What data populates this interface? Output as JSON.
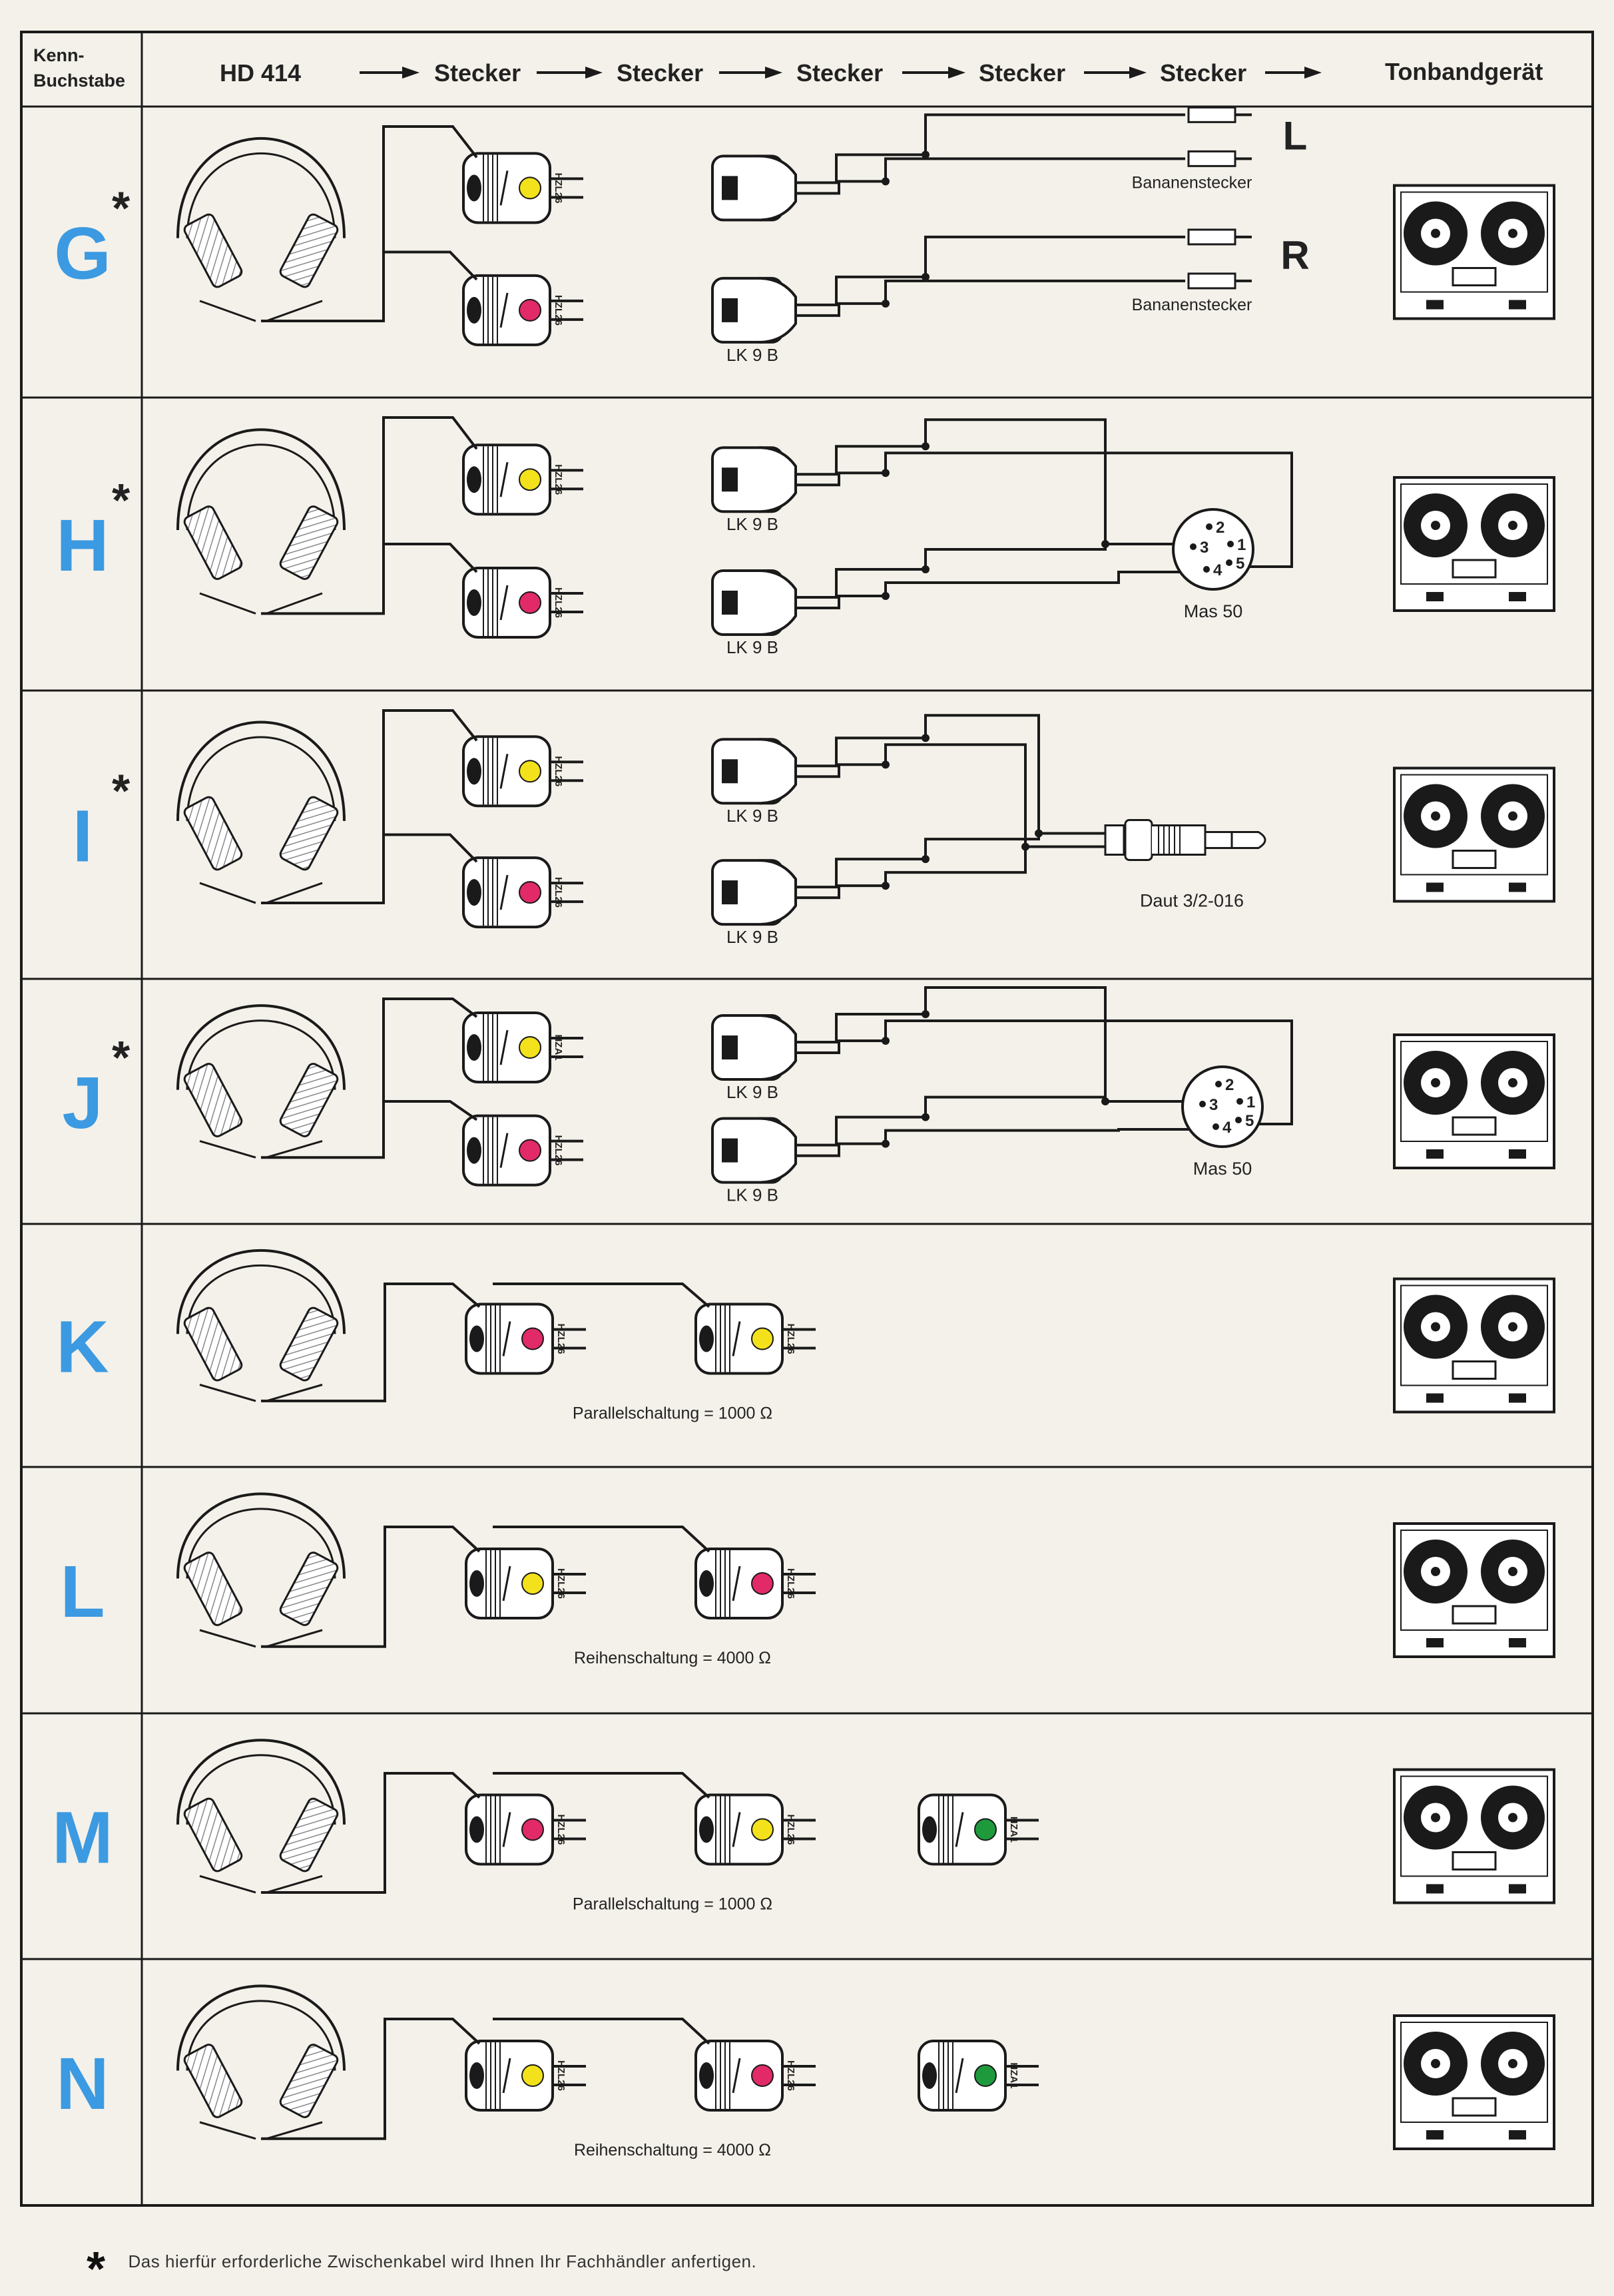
{
  "header": {
    "kenn_line1": "Kenn-",
    "kenn_line2": "Buchstabe",
    "hd414": "HD 414",
    "stecker": "Stecker",
    "tonband": "Tonbandgerät"
  },
  "plug_labels": {
    "hzl26": "HZL26",
    "hza1": "HZA1"
  },
  "rows": [
    {
      "letter": "G",
      "asterisk": true,
      "kind": "G",
      "plugs": [
        {
          "type": "hzl26",
          "dot": "yellow"
        },
        {
          "type": "hzl26",
          "dot": "red"
        }
      ],
      "labels": {
        "lk_top": "",
        "lk_bottom": "LK 9 B",
        "banana1": "Bananenstecker",
        "banana2": "Bananenstecker",
        "L": "L",
        "R": "R"
      }
    },
    {
      "letter": "H",
      "asterisk": true,
      "kind": "H",
      "plugs": [
        {
          "type": "hzl26",
          "dot": "yellow"
        },
        {
          "type": "hzl26",
          "dot": "red"
        }
      ],
      "labels": {
        "lk_top": "LK 9 B",
        "lk_bottom": "LK 9 B",
        "connector": "Mas 50"
      }
    },
    {
      "letter": "I",
      "asterisk": true,
      "kind": "I",
      "plugs": [
        {
          "type": "hzl26",
          "dot": "yellow"
        },
        {
          "type": "hzl26",
          "dot": "red"
        }
      ],
      "labels": {
        "lk_top": "LK 9 B",
        "lk_bottom": "LK 9 B",
        "connector": "Daut 3/2-016"
      }
    },
    {
      "letter": "J",
      "asterisk": true,
      "kind": "J",
      "plugs": [
        {
          "type": "hza1",
          "dot": "yellow"
        },
        {
          "type": "hzl26",
          "dot": "red"
        }
      ],
      "labels": {
        "lk_top": "LK 9 B",
        "lk_bottom": "LK 9 B",
        "connector": "Mas 50"
      }
    },
    {
      "letter": "K",
      "asterisk": false,
      "kind": "chain",
      "plugs": [
        {
          "type": "hzl26",
          "dot": "red"
        },
        {
          "type": "hzl26",
          "dot": "yellow"
        }
      ],
      "labels": {
        "caption": "Parallelschaltung = 1000 Ω"
      }
    },
    {
      "letter": "L",
      "asterisk": false,
      "kind": "chain",
      "plugs": [
        {
          "type": "hzl26",
          "dot": "yellow"
        },
        {
          "type": "hzl26",
          "dot": "red"
        }
      ],
      "labels": {
        "caption": "Reihenschaltung = 4000 Ω"
      }
    },
    {
      "letter": "M",
      "asterisk": false,
      "kind": "chain",
      "plugs": [
        {
          "type": "hzl26",
          "dot": "red"
        },
        {
          "type": "hzl26",
          "dot": "yellow"
        },
        {
          "type": "hza1",
          "dot": "green"
        }
      ],
      "labels": {
        "caption": "Parallelschaltung = 1000 Ω"
      }
    },
    {
      "letter": "N",
      "asterisk": false,
      "kind": "chain",
      "plugs": [
        {
          "type": "hzl26",
          "dot": "yellow"
        },
        {
          "type": "hzl26",
          "dot": "red"
        },
        {
          "type": "hza1",
          "dot": "green"
        }
      ],
      "labels": {
        "caption": "Reihenschaltung = 4000 Ω"
      }
    }
  ],
  "pin_numbers": [
    "1",
    "2",
    "3",
    "4",
    "5"
  ],
  "footnote": {
    "star": "*",
    "text": "Das hierfür erforderliche Zwischenkabel wird Ihnen Ihr Fachhändler anfertigen."
  },
  "colors": {
    "letter": "#3b9ae1",
    "yellow": "#f3e21b",
    "red": "#e22a68",
    "green": "#1e9a3c",
    "line": "#1a1a1a",
    "paper": "#f4f1ea"
  }
}
